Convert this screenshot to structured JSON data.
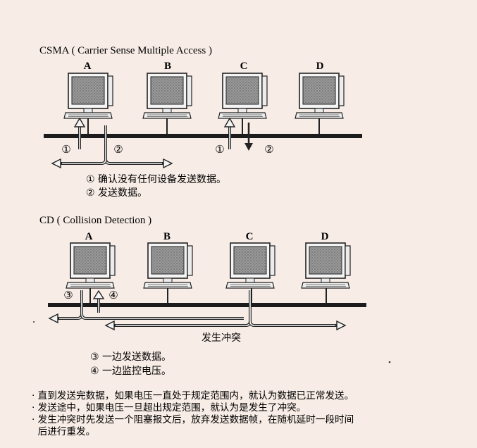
{
  "csma": {
    "title": "CSMA ( Carrier Sense Multiple Access )",
    "computers": [
      "A",
      "B",
      "C",
      "D"
    ],
    "markers": [
      "①",
      "②",
      "①",
      "②"
    ],
    "notes": [
      "① 确认没有任何设备发送数据。",
      "② 发送数据。"
    ]
  },
  "cd": {
    "title": "CD ( Collision Detection )",
    "computers": [
      "A",
      "B",
      "C",
      "D"
    ],
    "markers": [
      "③",
      "④"
    ],
    "collision_label": "发生冲突",
    "notes": [
      "③ 一边发送数据。",
      "④ 一边监控电压。"
    ]
  },
  "bullets": [
    "· 直到发送完数据，如果电压一直处于规定范围内，就认为数据已正常发送。",
    "· 发送途中，如果电压一旦超出规定范围，就认为是发生了冲突。",
    "· 发生冲突时先发送一个阻塞报文后，放弃发送数据帧，在随机延时一段时间",
    "  后进行重发。"
  ]
}
